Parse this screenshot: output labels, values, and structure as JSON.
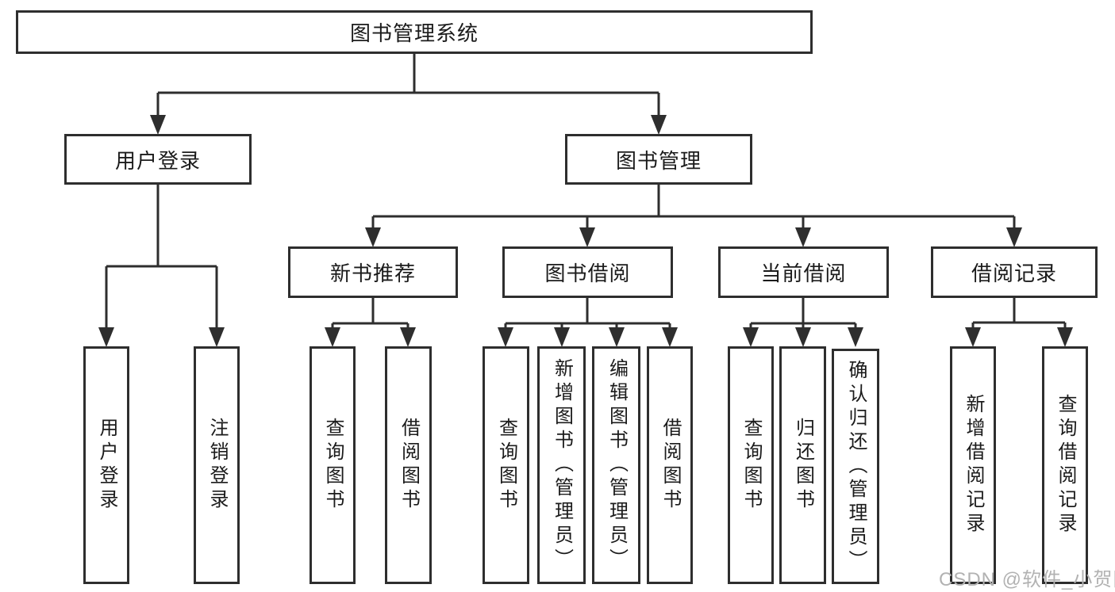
{
  "colors": {
    "line": "#2e2e2e",
    "box_border": "#2e2e2e",
    "text": "#1b1b1b",
    "background": "#ffffff",
    "watermark": "#b2b2b2"
  },
  "watermark": {
    "text": "CSDN @软件_小贺同学"
  },
  "tree": {
    "root": {
      "label": "图书管理系统",
      "children": {
        "user_login": {
          "label": "用户登录",
          "children": {
            "login": {
              "label": "用户登录"
            },
            "logout": {
              "label": "注销登录"
            }
          }
        },
        "book_mgmt": {
          "label": "图书管理",
          "children": {
            "new_book_rec": {
              "label": "新书推荐",
              "children": {
                "query_books": {
                  "label": "查询图书"
                },
                "borrow_books": {
                  "label": "借阅图书"
                }
              }
            },
            "book_borrow": {
              "label": "图书借阅",
              "children": {
                "query_books": {
                  "label": "查询图书"
                },
                "add_books": {
                  "label": "新增图书（管理员）"
                },
                "edit_books": {
                  "label": "编辑图书（管理员）"
                },
                "borrow_books": {
                  "label": "借阅图书"
                }
              }
            },
            "current_borrow": {
              "label": "当前借阅",
              "children": {
                "query_books": {
                  "label": "查询图书"
                },
                "return_books": {
                  "label": "归还图书"
                },
                "confirm_return": {
                  "label": "确认归还（管理员）"
                }
              }
            },
            "borrow_record": {
              "label": "借阅记录",
              "children": {
                "add_record": {
                  "label": "新增借阅记录"
                },
                "query_record": {
                  "label": "查询借阅记录"
                }
              }
            }
          }
        }
      }
    }
  }
}
